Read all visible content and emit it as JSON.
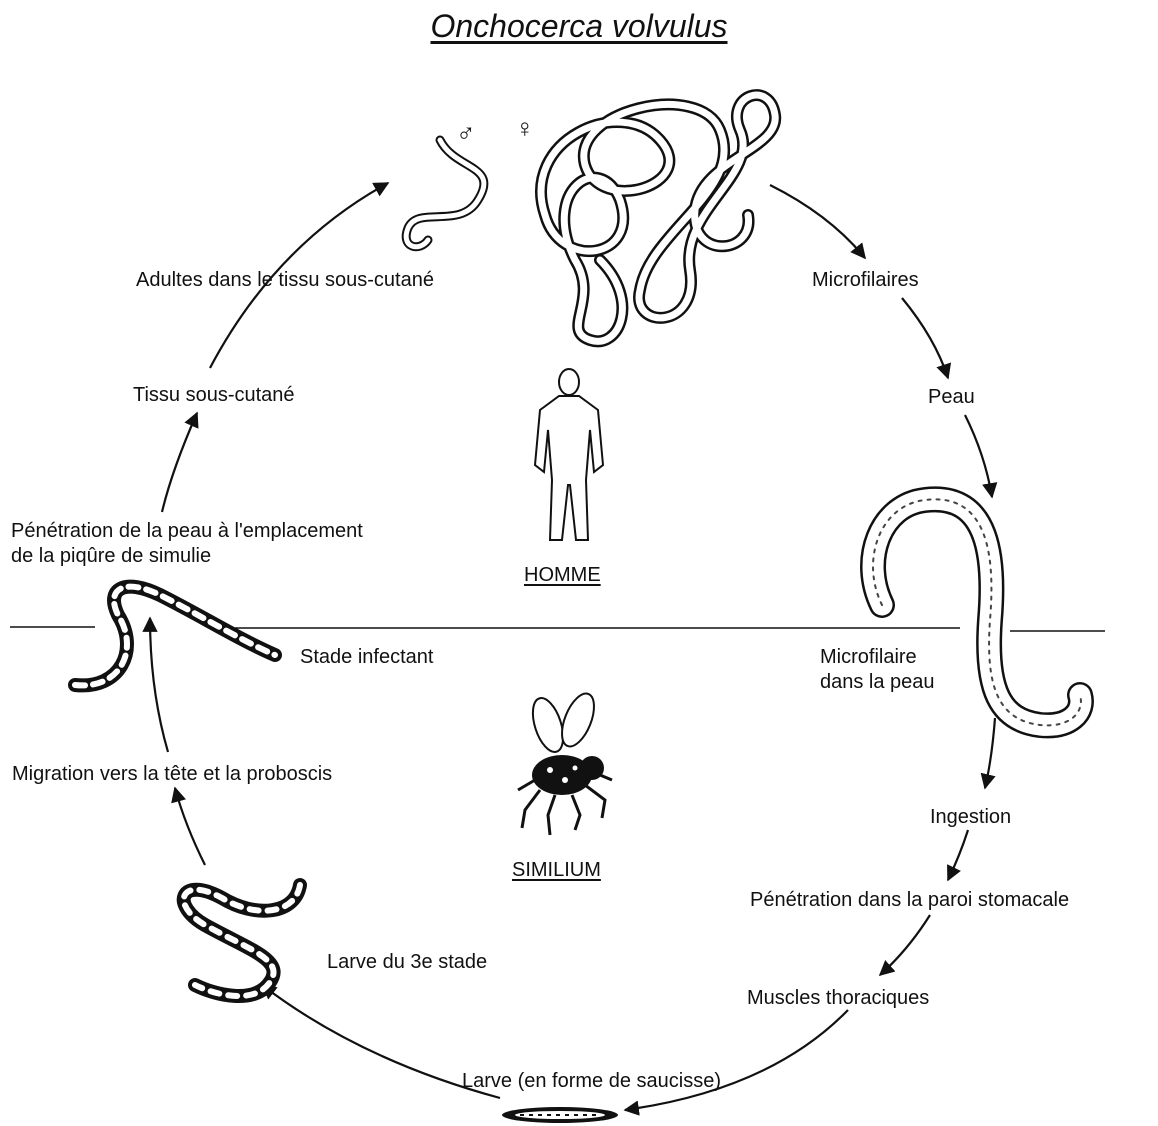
{
  "title": "Onchocerca volvulus",
  "symbols": {
    "male": "♂",
    "female": "♀"
  },
  "hosts": {
    "human": "HOMME",
    "vector": "SIMILIUM"
  },
  "stages": {
    "adults": "Adultes dans le tissu sous-cutané",
    "microfilariae": "Microfilaires",
    "skin": "Peau",
    "microfilaria_in_skin": "Microfilaire\ndans la peau",
    "ingestion": "Ingestion",
    "stomach_wall": "Pénétration dans la paroi stomacale",
    "thoracic_muscles": "Muscles thoraciques",
    "sausage_larva": "Larve (en forme de saucisse)",
    "third_stage_larva": "Larve du 3e stade",
    "migration": "Migration  vers la tête et la proboscis",
    "infective_stage": "Stade infectant",
    "skin_penetration": "Pénétration de la peau à l'emplacement\nde la piqûre de simulie",
    "subcutaneous_tissue": "Tissu sous-cutané"
  },
  "icons": [
    "human-figure-icon",
    "blackfly-icon",
    "worm-icon",
    "arrow-icon"
  ]
}
